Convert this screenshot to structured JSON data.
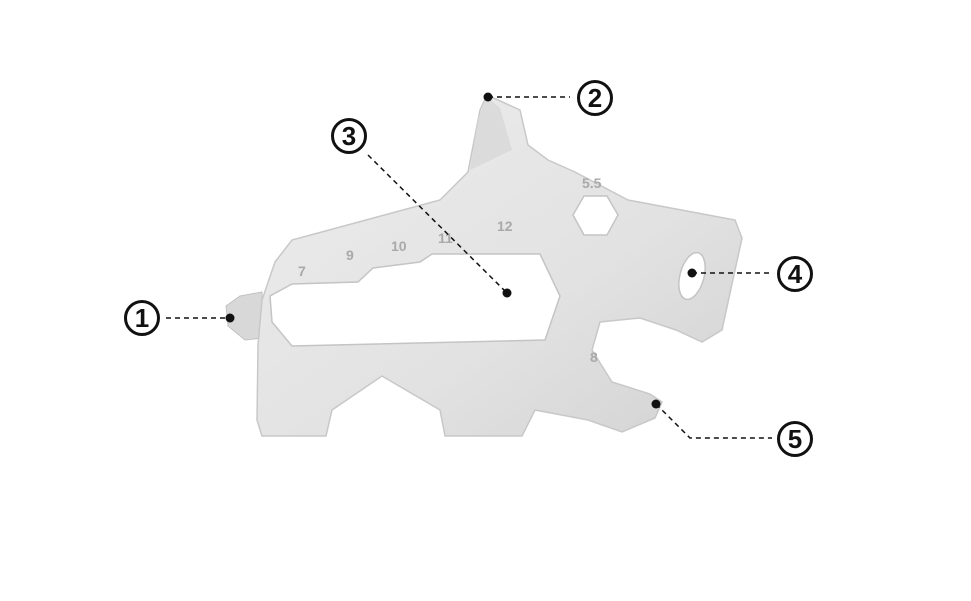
{
  "callouts": [
    {
      "number": "1"
    },
    {
      "number": "2"
    },
    {
      "number": "3"
    },
    {
      "number": "4"
    },
    {
      "number": "5"
    }
  ],
  "engravings": {
    "wrench_sizes": [
      "7",
      "9",
      "10",
      "11",
      "12"
    ],
    "hex_size": "5.5",
    "notch_size": "8"
  },
  "colors": {
    "tool_body": "#e4e4e4",
    "tool_edge": "#c8c8c8",
    "leader_line": "#111111"
  }
}
